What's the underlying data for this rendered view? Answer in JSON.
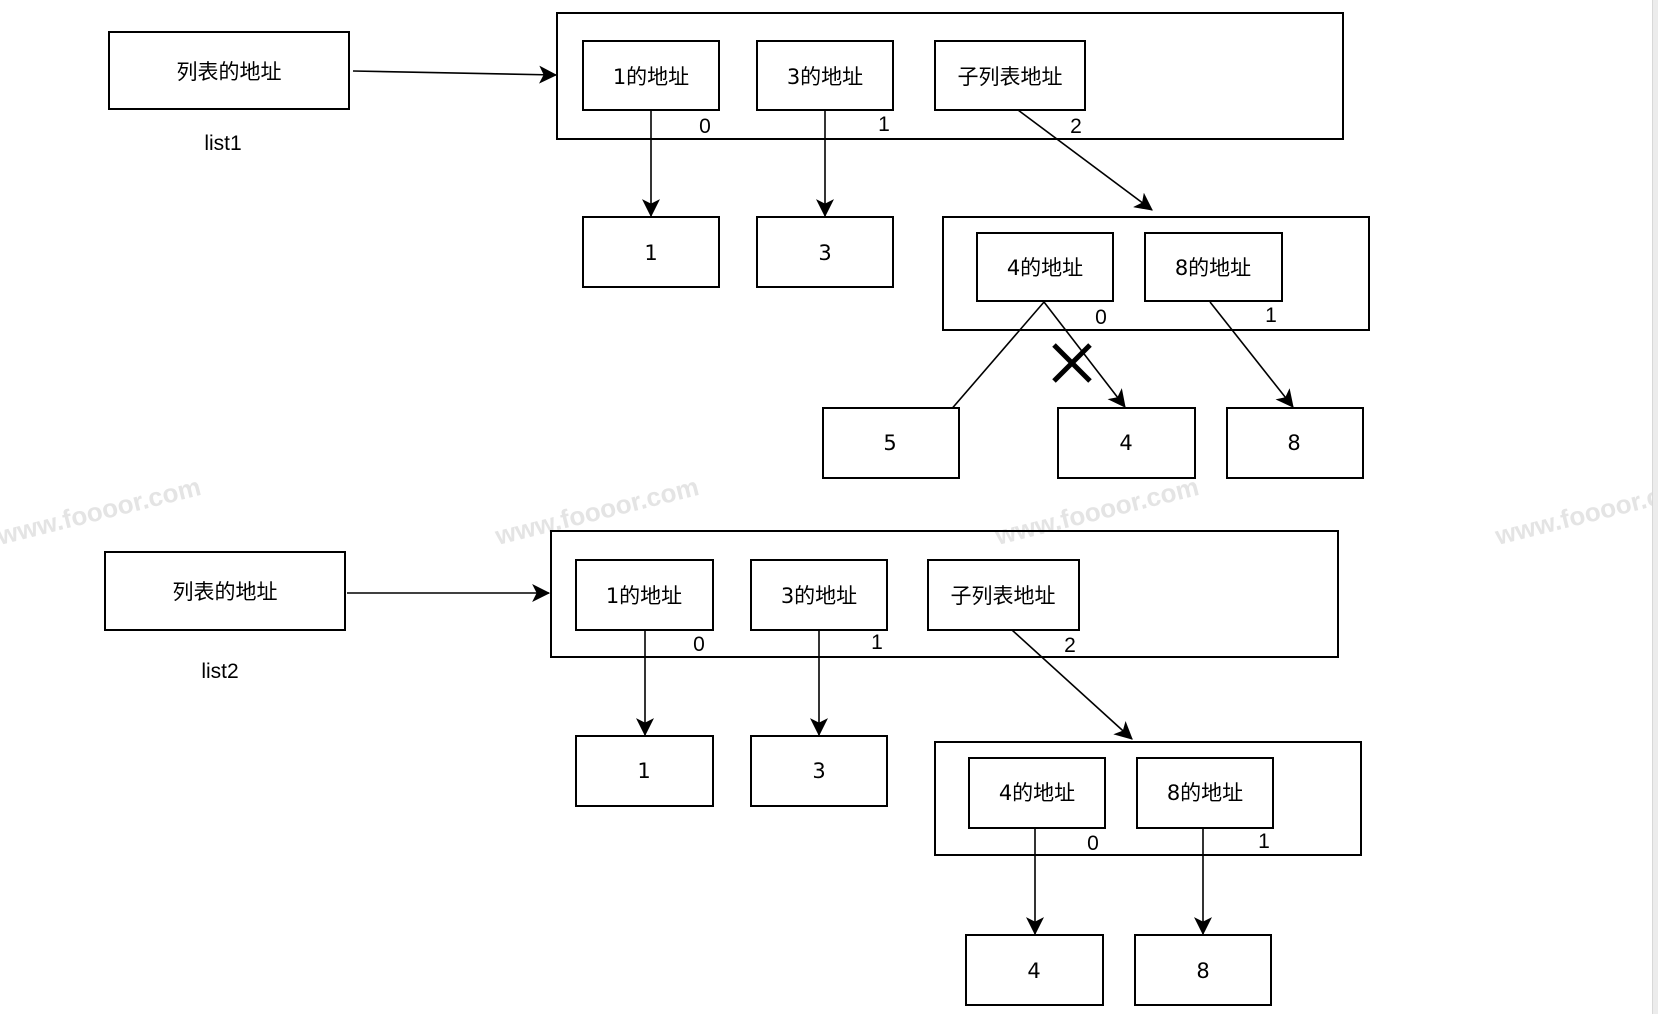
{
  "watermark": "www.foooor.com",
  "diagrams": [
    {
      "caption": "list1",
      "variable_box": "列表的地址",
      "outer_list": {
        "slots": [
          {
            "label": "1的地址",
            "index": "0"
          },
          {
            "label": "3的地址",
            "index": "1"
          },
          {
            "label": "子列表地址",
            "index": "2"
          }
        ]
      },
      "values": [
        "1",
        "3"
      ],
      "sub_list": {
        "slots": [
          {
            "label": "4的地址",
            "index": "0"
          },
          {
            "label": "8的地址",
            "index": "1"
          }
        ]
      },
      "sub_values": [
        "5",
        "4",
        "8"
      ],
      "removed_reference": "4的地址 → 4 (crossed out, now points to 5)"
    },
    {
      "caption": "list2",
      "variable_box": "列表的地址",
      "outer_list": {
        "slots": [
          {
            "label": "1的地址",
            "index": "0"
          },
          {
            "label": "3的地址",
            "index": "1"
          },
          {
            "label": "子列表地址",
            "index": "2"
          }
        ]
      },
      "values": [
        "1",
        "3"
      ],
      "sub_list": {
        "slots": [
          {
            "label": "4的地址",
            "index": "0"
          },
          {
            "label": "8的地址",
            "index": "1"
          }
        ]
      },
      "sub_values": [
        "4",
        "8"
      ]
    }
  ]
}
